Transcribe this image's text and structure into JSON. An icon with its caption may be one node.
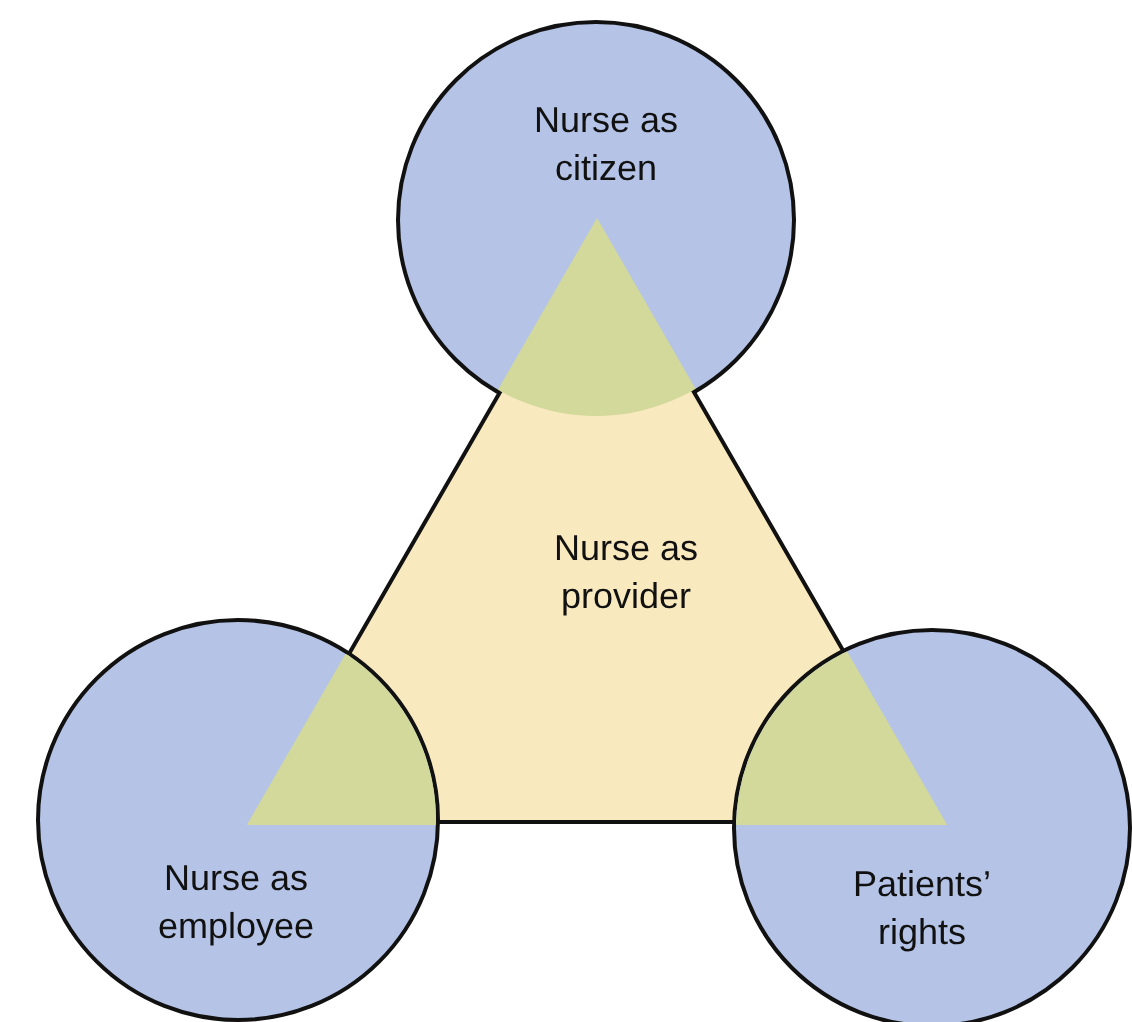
{
  "diagram": {
    "nodes": [
      {
        "text": [
          "Nurse as citizen"
        ]
      },
      {
        "text": [
          "Nurse as provider"
        ]
      },
      {
        "text": [
          "Nurse as employee"
        ]
      },
      {
        "text": [
          "Patients’ rights"
        ]
      }
    ]
  }
}
